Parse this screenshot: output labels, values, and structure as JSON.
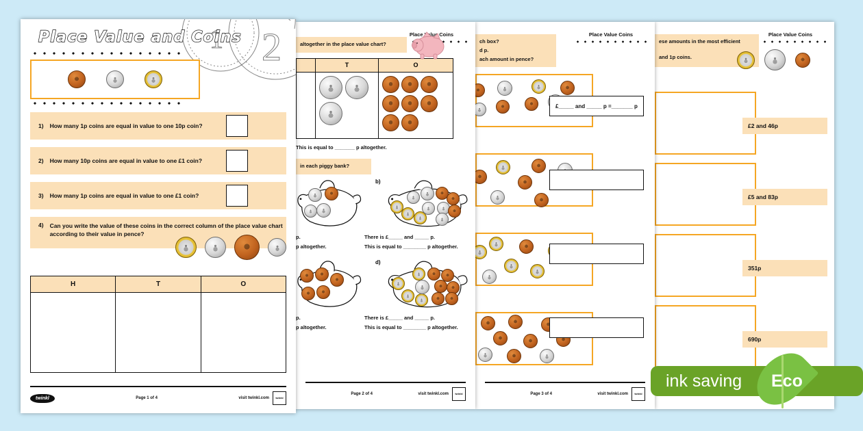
{
  "document": {
    "title": "Place Value and Coins",
    "brand": "twinkl",
    "visit": "visit twinkl.com",
    "badge_label": "twinkl"
  },
  "eco_badge": {
    "text": "ink saving",
    "eco": "Eco"
  },
  "colors": {
    "background": "#cdeaf7",
    "highlight": "#fbe0b8",
    "accent_orange": "#f5a623",
    "eco_green": "#6aa327",
    "leaf_green": "#7ac143"
  },
  "page1": {
    "page_label": "Page 1 of 4",
    "header_coins": [
      "copper",
      "silver",
      "bimetal"
    ],
    "questions": [
      {
        "num": "1)",
        "text": "How many 1p coins are equal in value to one 10p coin?"
      },
      {
        "num": "2)",
        "text": "How many 10p coins are equal in value to one £1 coin?"
      },
      {
        "num": "3)",
        "text": "How many 1p coins are equal in value to one £1 coin?"
      }
    ],
    "question4": {
      "num": "4)",
      "line1": "Can you write the value of these coins in the correct column of the place value chart",
      "line2": "according to their value in pence?",
      "coins": [
        "bimetal",
        "silver",
        "copper",
        "silver"
      ]
    },
    "place_value_chart": {
      "headers": [
        "H",
        "T",
        "O"
      ]
    }
  },
  "page2": {
    "page_label": "Page 2 of 4",
    "header": "Place Value Coins",
    "instruction": "altogether in the place value chart?",
    "chart_headers": [
      "",
      "T",
      "O"
    ],
    "chart_tens_coins": 3,
    "chart_ones_coins": 8,
    "sentence": "This is equal to _______ p altogether.",
    "instruction2": "in each piggy bank?",
    "piggy_labels": [
      "b)",
      "d)"
    ],
    "answer_line1": "There is £_____ and _____ p.",
    "answer_line2": "This is equal to ________ p altogether.",
    "short_line1": "p.",
    "short_line2": "p altogether."
  },
  "page3": {
    "page_label": "Page 3 of 4",
    "header": "Place Value Coins",
    "instruction_l1": "ch box?",
    "instruction_l2": "d p.",
    "instruction_l3": "ach amount in pence?",
    "answer_template": "£_____ and _____ p =_______ p",
    "box_count": 4
  },
  "page4": {
    "header": "Place Value Coins",
    "instruction_l1": "ese amounts in the most efficient",
    "instruction_l2": "and 1p coins.",
    "header_coins": [
      "bimetal",
      "silver",
      "copper"
    ],
    "amounts": [
      "£2 and 46p",
      "£5 and 83p",
      "351p",
      "690p"
    ]
  }
}
